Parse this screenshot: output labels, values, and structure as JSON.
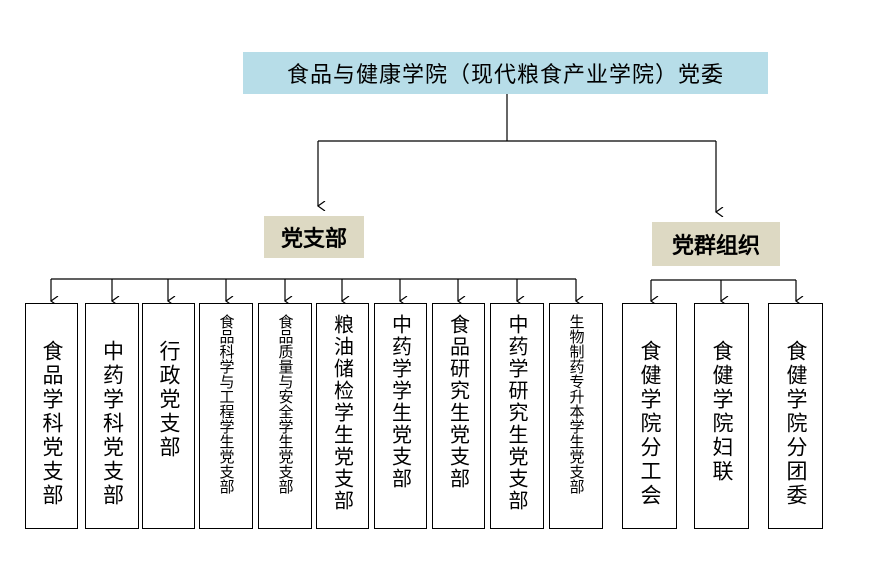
{
  "root": {
    "label": "食品与健康学院（现代粮食产业学院）党委"
  },
  "groups": [
    {
      "label": "党支部",
      "children": [
        "食品学科党支部",
        "中药学科党支部",
        "行政党支部",
        "食品科学与工程学生党支部",
        "食品质量与安全学生党支部",
        "粮油储检学生党支部",
        "中药学学生党支部",
        "食品研究生党支部",
        "中药学研究生党支部",
        "生物制药专升本学生党支部"
      ]
    },
    {
      "label": "党群组织",
      "children": [
        "食健学院分工会",
        "食健学院妇联",
        "食健学院分团委"
      ]
    }
  ],
  "colors": {
    "root_bg": "#b7dde8",
    "group_bg": "#ddd9c3",
    "line": "#000000",
    "leaf_border": "#000000"
  }
}
